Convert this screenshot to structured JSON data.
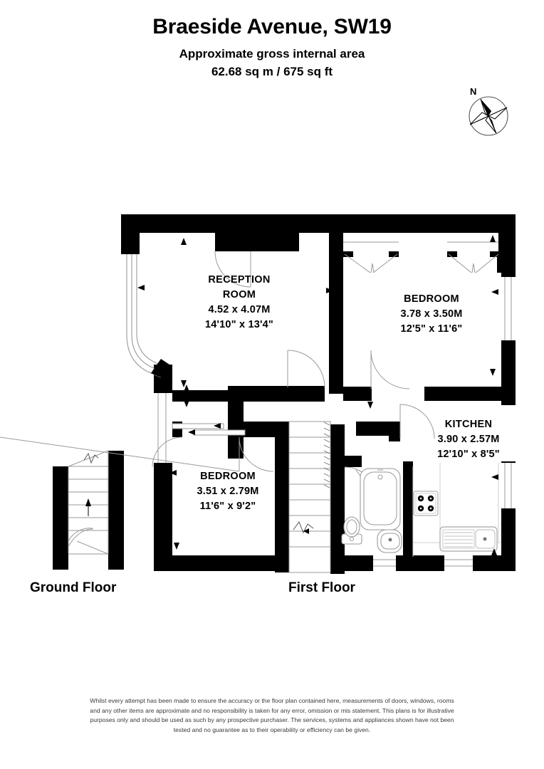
{
  "header": {
    "title": "Braeside Avenue, SW19",
    "subtitle_line1": "Approximate gross internal area",
    "subtitle_line2": "62.68 sq m / 675 sq ft"
  },
  "compass": {
    "north_label": "N",
    "icon": "compass-rose-icon"
  },
  "floors": [
    {
      "key": "ground",
      "label": "Ground Floor"
    },
    {
      "key": "first",
      "label": "First Floor"
    }
  ],
  "rooms": [
    {
      "key": "reception",
      "name_line1": "RECEPTION",
      "name_line2": "ROOM",
      "dim_metric": "4.52 x 4.07M",
      "dim_imperial": "14'10\" x 13'4\""
    },
    {
      "key": "bedroom1",
      "name_line1": "BEDROOM",
      "name_line2": "",
      "dim_metric": "3.78 x 3.50M",
      "dim_imperial": "12'5\" x 11'6\""
    },
    {
      "key": "kitchen",
      "name_line1": "KITCHEN",
      "name_line2": "",
      "dim_metric": "3.90 x 2.57M",
      "dim_imperial": "12'10\" x 8'5\""
    },
    {
      "key": "bedroom2",
      "name_line1": "BEDROOM",
      "name_line2": "",
      "dim_metric": "3.51 x 2.79M",
      "dim_imperial": "11'6\" x 9'2\""
    }
  ],
  "fixtures": [
    {
      "name": "bathtub-icon",
      "room": "bathroom"
    },
    {
      "name": "toilet-icon",
      "room": "bathroom"
    },
    {
      "name": "wash-basin-icon",
      "room": "bathroom"
    },
    {
      "name": "hob-icon",
      "room": "kitchen"
    },
    {
      "name": "kitchen-sink-icon",
      "room": "kitchen"
    },
    {
      "name": "staircase-icon",
      "room": "first-floor-landing"
    },
    {
      "name": "staircase-icon",
      "room": "ground-floor"
    },
    {
      "name": "bay-window-icon",
      "room": "reception"
    }
  ],
  "disclaimer": {
    "text": "Whilst every attempt has been made to ensure the accuracy or the floor plan contained here, measurements of doors, windows, rooms and any other items are approximate and no responsibility is taken for any error, omission or mis statement. This plans is for illustrative purposes only and should be used as such by any prospective purchaser. The services, systems and appliances shown have not been tested and no guarantee as to their operability or efficiency can be given."
  },
  "colors": {
    "wall": "#000000",
    "background": "#ffffff",
    "thin_line": "#9a9a9a",
    "fixture_line": "#8e8e8e",
    "text": "#000000",
    "disclaimer_text": "#3a3a3a"
  }
}
